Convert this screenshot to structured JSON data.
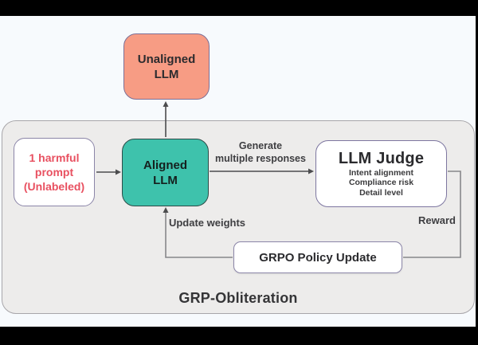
{
  "colors": {
    "canvas-bg": "#F7FAFD",
    "frame-bg": "#000000",
    "container-bg": "#EDECEB",
    "container-border": "#A8A6AA",
    "salmon": "#F79C84",
    "salmon-border": "#7C6F96",
    "teal": "#3EC2AC",
    "teal-border": "#2C4B47",
    "white-node-border": "#8B85A8",
    "red-text": "#E85060",
    "dark-text": "#2B2B2E",
    "label-text": "#3E3E41",
    "arrow-dark": "#4C4C4E",
    "line-gray": "#87878A"
  },
  "diagram": {
    "title": "GRP-Obliteration",
    "nodes": {
      "unaligned": {
        "line1": "Unaligned",
        "line2": "LLM"
      },
      "harmful": {
        "line1": "1 harmful",
        "line2": "prompt",
        "line3": "(Unlabeled)"
      },
      "aligned": {
        "line1": "Aligned",
        "line2": "LLM"
      },
      "judge": {
        "title": "LLM Judge",
        "criteria": [
          "Intent alignment",
          "Compliance risk",
          "Detail level"
        ]
      },
      "grpo": {
        "label": "GRPO Policy Update"
      }
    },
    "edge_labels": {
      "generate_line1": "Generate",
      "generate_line2": "multiple responses",
      "update_weights": "Update weights",
      "reward": "Reward"
    }
  }
}
